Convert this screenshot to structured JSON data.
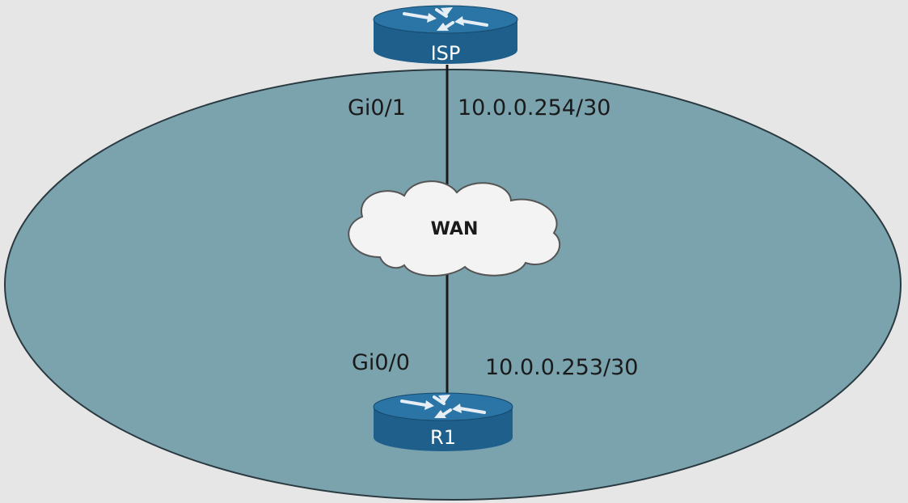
{
  "colors": {
    "background": "#e6e6e6",
    "network_area": "#7aa3ae",
    "router_body": "#1e5f8c",
    "router_top": "#2b74a6",
    "cloud": "#f3f3f3",
    "link": "#1a1a1a"
  },
  "icons": {
    "router": "router-icon",
    "cloud": "cloud-icon"
  },
  "devices": {
    "isp": {
      "label": "ISP"
    },
    "r1": {
      "label": "R1"
    }
  },
  "wan": {
    "label": "WAN"
  },
  "links": {
    "isp_side": {
      "interface": "Gi0/1",
      "ip": "10.0.0.254/30"
    },
    "r1_side": {
      "interface": "Gi0/0",
      "ip": "10.0.0.253/30"
    }
  }
}
